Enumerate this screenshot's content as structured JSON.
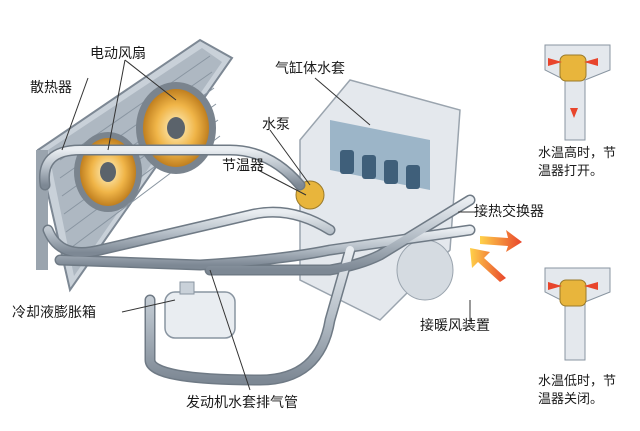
{
  "labels": {
    "electric_fan": "电动风扇",
    "radiator": "散热器",
    "cylinder_jacket": "气缸体水套",
    "water_pump": "水泵",
    "thermostat": "节温器",
    "heat_exchanger": "接热交换器",
    "heater": "接暖风装置",
    "expansion_tank": "冷却液膨胀箱",
    "exhaust_pipe": "发动机水套排气管"
  },
  "notes": {
    "open_line1": "水温高时，节",
    "open_line2": "温器打开。",
    "closed_line1": "水温低时，节",
    "closed_line2": "温器关闭。"
  },
  "colors": {
    "pipe": "#b8c0c8",
    "flow_arrow": "#e8452c",
    "label_line": "#333333",
    "engine": "#dfe4ea",
    "fan_blade": "#e6a93a"
  }
}
